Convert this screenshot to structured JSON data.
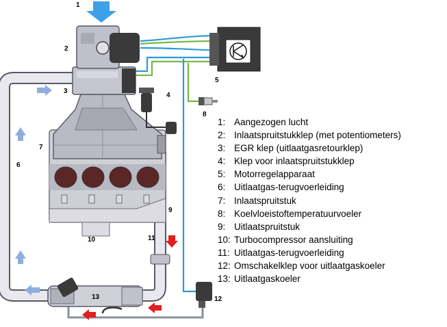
{
  "callouts": {
    "c1": "1",
    "c2": "2",
    "c3": "3",
    "c4": "4",
    "c5": "5",
    "c6": "6",
    "c7": "7",
    "c8": "8",
    "c9": "9",
    "c10": "10",
    "c11": "11",
    "c12": "12",
    "c13": "13"
  },
  "legend": [
    {
      "num": "1:",
      "label": "Aangezogen lucht"
    },
    {
      "num": "2:",
      "label": "Inlaatspruitstukklep (met potentiometers)"
    },
    {
      "num": "3:",
      "label": "EGR klep (uitlaatgasretourklep)"
    },
    {
      "num": "4:",
      "label": "Klep voor inlaatspruitstukklep"
    },
    {
      "num": "5:",
      "label": "Motorregelapparaat"
    },
    {
      "num": "6:",
      "label": "Uitlaatgas-terugvoerleiding"
    },
    {
      "num": "7:",
      "label": "Inlaatspruitstuk"
    },
    {
      "num": "8:",
      "label": "Koelvloeistoftemperatuurvoeler"
    },
    {
      "num": "9:",
      "label": "Uitlaatspruitstuk"
    },
    {
      "num": "10:",
      "label": "Turbocompressor aansluiting"
    },
    {
      "num": "11:",
      "label": "Uitlaatgas-terugvoerleiding"
    },
    {
      "num": "12:",
      "label": "Omschakelklep voor uitlaatgaskoeler"
    },
    {
      "num": "13:",
      "label": "Uitlaatgaskoeler"
    }
  ],
  "colors": {
    "intake_air_arrow": "#3ea0e8",
    "recirc_arrow": "#8faee0",
    "hot_gas_arrow": "#e02020",
    "wire_blue": "#2a9ad8",
    "wire_green": "#7ab648",
    "pipe_fill": "#e8e8ee",
    "pipe_stroke": "#555a66",
    "component_dark": "#3a3a3a"
  }
}
